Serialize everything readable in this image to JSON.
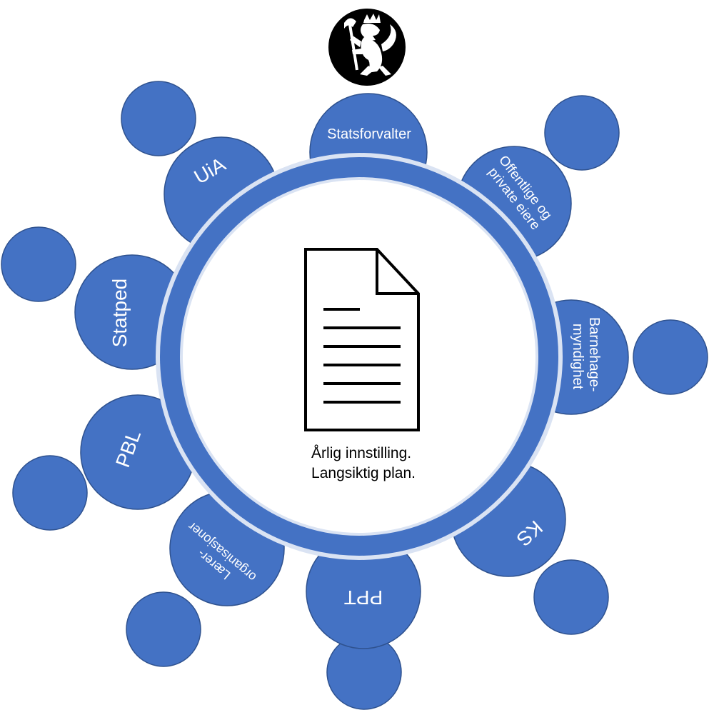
{
  "colors": {
    "node_fill": "#4472C4",
    "node_stroke": "#2F528F",
    "ring_fill": "#4472C4",
    "ring_outer_halo": "#DAE3F3",
    "center_fill": "#FFFFFF",
    "node_text": "#FFFFFF",
    "center_text": "#000000",
    "emblem_bg": "#000000",
    "emblem_fg": "#FFFFFF"
  },
  "emblem": {
    "name": "norwegian-lion-coat-of-arms-icon"
  },
  "center": {
    "icon": "document-icon",
    "lines": [
      "Årlig innstilling.",
      "Langsiktig plan."
    ]
  },
  "stakeholders": [
    {
      "id": "statsforvalter",
      "lines": [
        "Statsforvalter"
      ]
    },
    {
      "id": "offentlige-og-private-eiere",
      "lines": [
        "Offentlige og",
        "private eiere"
      ]
    },
    {
      "id": "barnehagemyndighet",
      "lines": [
        "Barnehage-",
        "myndighet"
      ]
    },
    {
      "id": "ks",
      "lines": [
        "KS"
      ]
    },
    {
      "id": "ppt",
      "lines": [
        "PPT"
      ]
    },
    {
      "id": "laererorganisasjoner",
      "lines": [
        "Lærer-",
        "organisasjoner"
      ]
    },
    {
      "id": "pbl",
      "lines": [
        "PBL"
      ]
    },
    {
      "id": "statped",
      "lines": [
        "Statped"
      ]
    },
    {
      "id": "uia",
      "lines": [
        "UiA"
      ]
    }
  ]
}
